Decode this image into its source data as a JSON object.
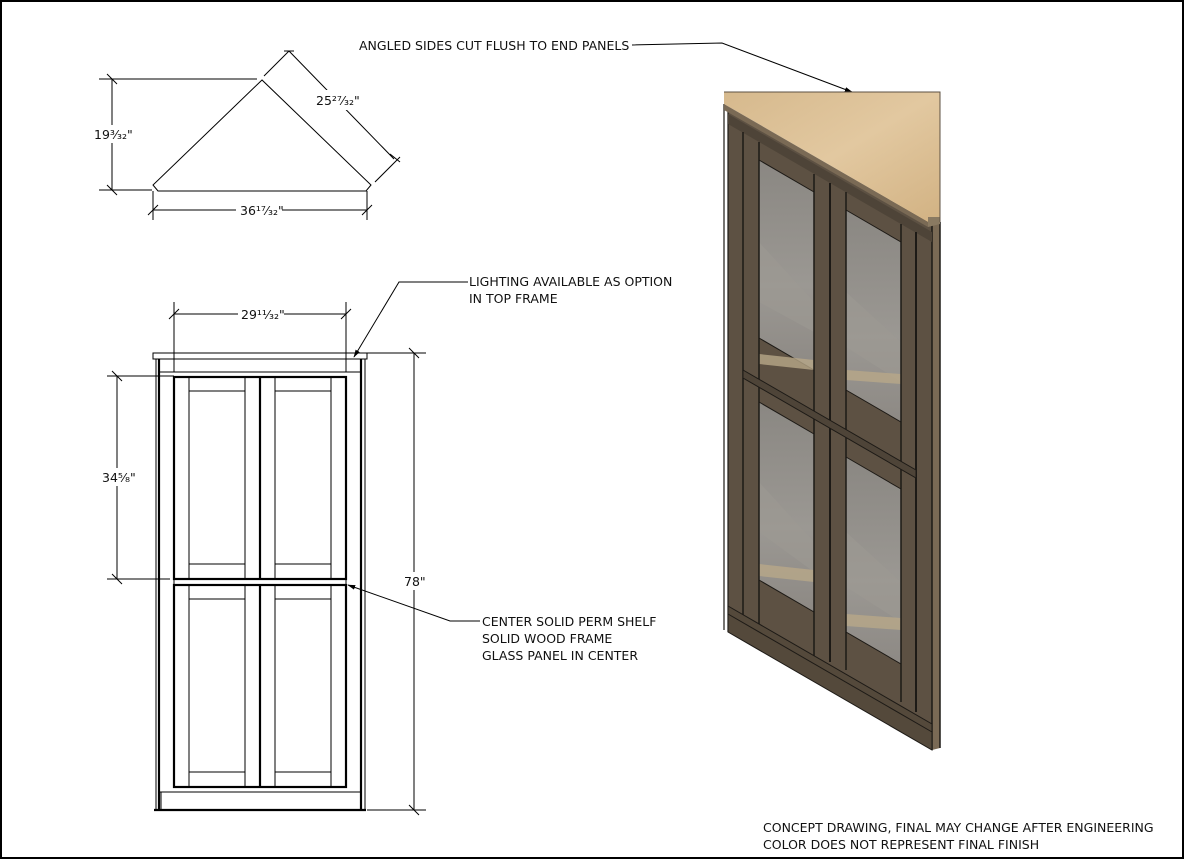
{
  "callouts": {
    "angled_sides": "ANGLED SIDES CUT FLUSH TO END PANELS",
    "lighting": [
      "LIGHTING AVAILABLE AS OPTION",
      "IN TOP FRAME"
    ],
    "center_shelf": [
      "CENTER SOLID PERM SHELF",
      "SOLID WOOD FRAME",
      "GLASS PANEL IN CENTER"
    ]
  },
  "plan_view": {
    "depth": "19³⁄₃₂\"",
    "angled_side": "25²⁷⁄₃₂\"",
    "width": "36¹⁷⁄₃₂\""
  },
  "front_view": {
    "top_width": "29¹¹⁄₃₂\"",
    "upper_door_height": "34⁵⁄₈\"",
    "overall_height": "78\""
  },
  "footer_notes": [
    "CONCEPT DRAWING, FINAL MAY CHANGE AFTER ENGINEERING",
    "COLOR DOES NOT REPRESENT FINAL FINISH"
  ],
  "render": {
    "top_color": "#d9bb8c",
    "frame_color": "#5a4e3f",
    "frame_dark": "#3e352b",
    "glass_color": "#8f8c86",
    "glass_light": "#a9a69f",
    "shelf_color": "#b8a888"
  }
}
